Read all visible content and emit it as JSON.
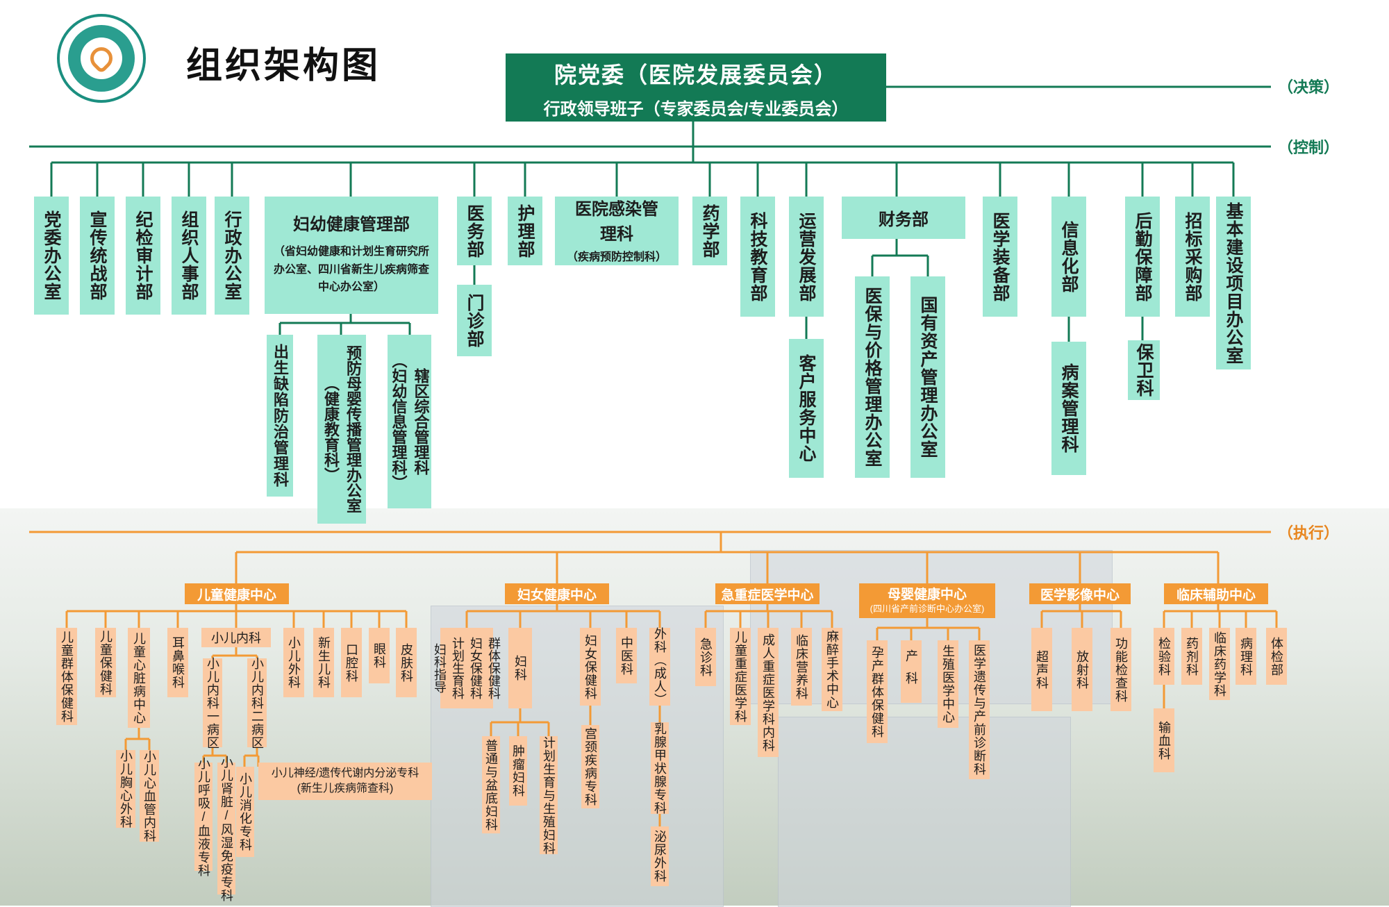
{
  "page_title": "组织架构图",
  "top": {
    "title": "院党委（医院发展委员会）",
    "subtitle": "行政领导班子（专家委员会/专业委员会）"
  },
  "labels": {
    "decision": "（决策）",
    "control": "（控制）",
    "execution": "（执行）"
  },
  "colors": {
    "green": "#137a55",
    "mint": "#9fe8d4",
    "orange": "#f39a35",
    "peach": "#fbc9a2"
  },
  "admin": {
    "dept1": "党委办公室",
    "dept2": "宣传统战部",
    "dept3": "纪检审计部",
    "dept4": "组织人事部",
    "dept5": "行政办公室",
    "fuyou_title": "妇幼健康管理部",
    "fuyou_note": "（省妇幼健康和计划生育研究所办公室、四川省新生儿疾病筛查中心办公室）",
    "fuyou_sub1": "出生缺陷防治管理科",
    "fuyou_sub2a": "预防母婴传播管理办公室",
    "fuyou_sub2b": "（健康教育科）",
    "fuyou_sub3a": "辖区综合管理科",
    "fuyou_sub3b": "（妇幼信息管理科）",
    "yiwu": "医务部",
    "menzhen": "门诊部",
    "huli": "护理部",
    "ganran_title": "医院感染管理科",
    "ganran_note": "（疾病预防控制科）",
    "yaoxue": "药学部",
    "keji": "科技教育部",
    "yunying": "运营发展部",
    "kehu": "客户服务中心",
    "caiwu": "财务部",
    "yibao": "医保与价格管理办公室",
    "guoyou": "国有资产管理办公室",
    "zhuangbei": "医学装备部",
    "xinxi": "信息化部",
    "bingan": "病案管理科",
    "houqin": "后勤保障部",
    "baowei": "保卫科",
    "zhaobiao": "招标采购部",
    "jijian": "基本建设项目办公室"
  },
  "centers": {
    "child": {
      "title": "儿童健康中心",
      "d1": "儿童群体保健科",
      "d2": "儿童保健科",
      "d3": "儿童心脏病中心",
      "d3a": "小儿胸心外科",
      "d3b": "小儿心血管内科",
      "d4": "耳鼻喉科",
      "neike": "小儿内科",
      "n1": "小儿内科一病区",
      "n1a": "小儿呼吸/血液专科",
      "n1b": "小儿肾脏/风湿免疫专科",
      "n2": "小儿内科二病区",
      "n2a": "小儿消化专科",
      "n2b1": "小儿神经/遗传代谢内分泌专科",
      "n2b2": "(新生儿疾病筛查科)",
      "d5": "小儿外科",
      "d6": "新生儿科",
      "d7": "口腔科",
      "d8": "眼科",
      "d9": "皮肤科"
    },
    "women": {
      "title": "妇女健康中心",
      "q1": "群体保健科",
      "q2": "妇女保健科",
      "q3": "计划生育科",
      "q4": "妇科指导",
      "fuke": "妇科",
      "f1": "普通与盆底妇科",
      "f2": "肿瘤妇科",
      "f3": "计划生育与生殖妇科",
      "baojian": "妇女保健科",
      "gongjing": "宫颈疾病专科",
      "zhongyi": "中医科",
      "waike": "外科（成人）",
      "rx": "乳腺甲状腺专科",
      "mn": "泌尿外科"
    },
    "emergency": {
      "title": "急重症医学中心",
      "e1": "急诊科",
      "e2": "儿童重症医学科",
      "e3": "成人重症医学科内科",
      "e4": "临床营养科",
      "e5": "麻醉手术中心"
    },
    "maternal": {
      "title": "母婴健康中心",
      "note": "(四川省产前诊断中心办公室)",
      "m1": "孕产群体保健科",
      "m2": "产科",
      "m3": "生殖医学中心",
      "m4": "医学遗传与产前诊断科"
    },
    "imaging": {
      "title": "医学影像中心",
      "i1": "超声科",
      "i2": "放射科",
      "i3": "功能检查科"
    },
    "support": {
      "title": "临床辅助中心",
      "s1": "检验科",
      "s1a": "输血科",
      "s2": "药剂科",
      "s3": "临床药学科",
      "s4": "病理科",
      "s5": "体检部"
    }
  }
}
